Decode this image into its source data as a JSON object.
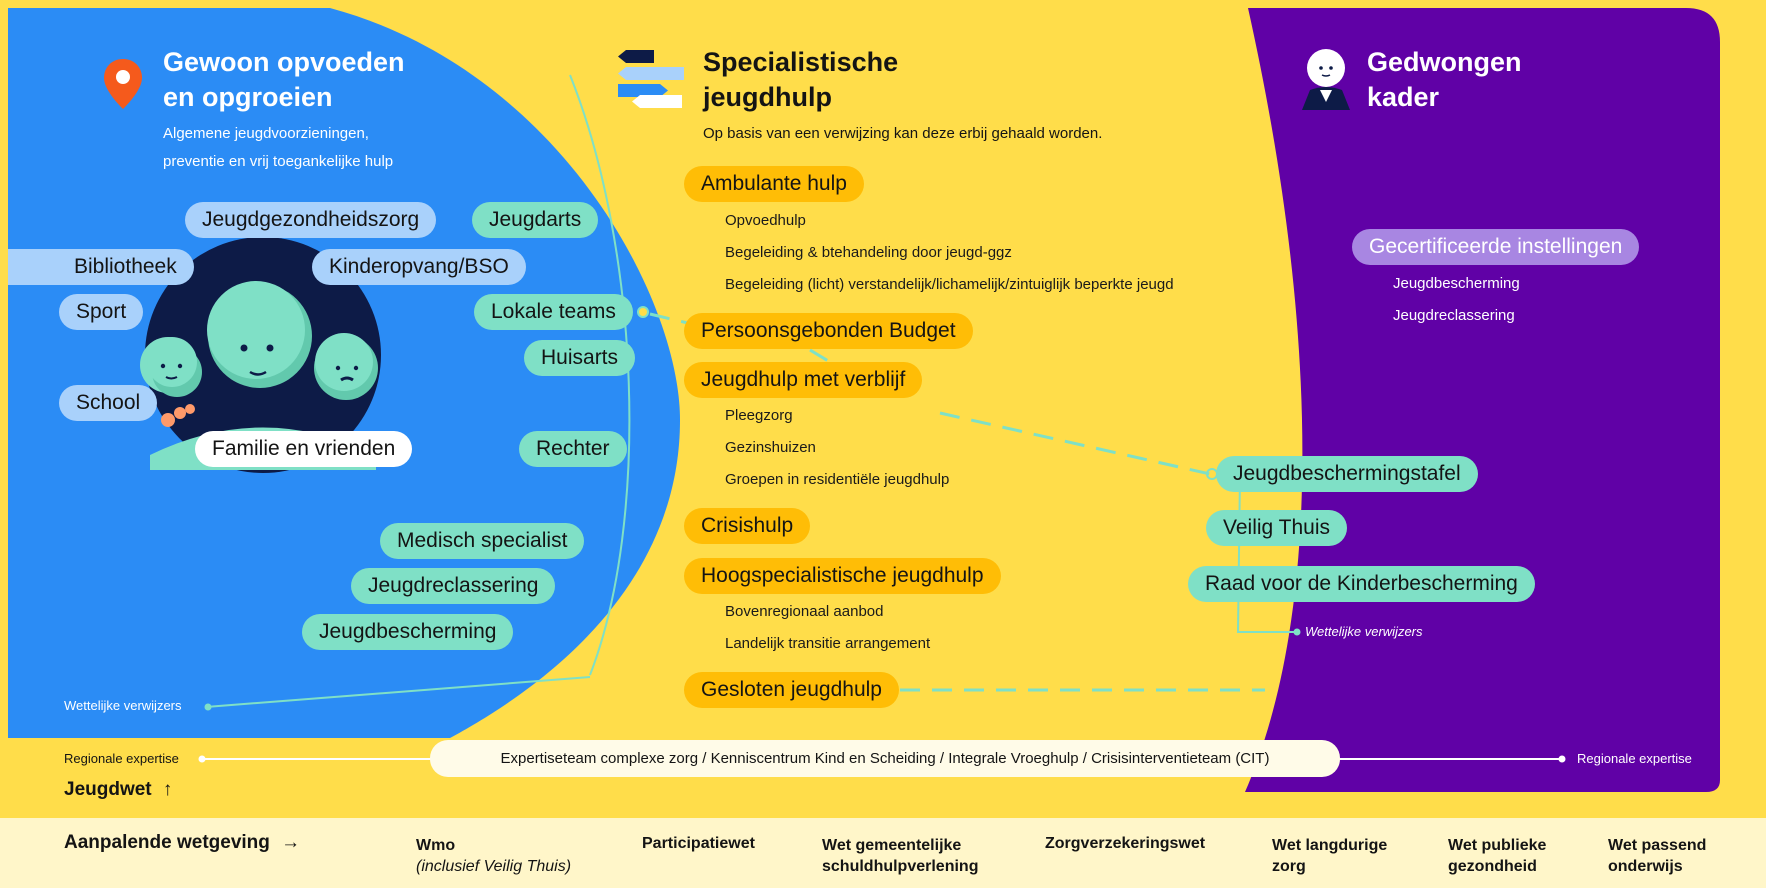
{
  "colors": {
    "yellow": "#ffdd4a",
    "blue": "#2b8cf5",
    "purple": "#6001a6",
    "teal": "#7fe0c6",
    "orange": "#ffbd06",
    "lightblue": "#a9d1fb",
    "lavender": "#a886e2",
    "footer": "#fff6c9"
  },
  "left": {
    "icon": "location-pin-icon",
    "title_line1": "Gewoon opvoeden",
    "title_line2": "en opgroeien",
    "desc_line1": "Algemene jeugdvoorzieningen,",
    "desc_line2": "preventie en vrij toegankelijke hulp",
    "pills": {
      "jeugdgezondheidszorg": "Jeugdgezondheidszorg",
      "jeugdarts": "Jeugdarts",
      "bibliotheek": "Bibliotheek",
      "kinderopvang": "Kinderopvang/BSO",
      "sport": "Sport",
      "lokale_teams": "Lokale teams",
      "huisarts": "Huisarts",
      "school": "School",
      "familie": "Familie en vrienden",
      "rechter": "Rechter",
      "medisch": "Medisch specialist",
      "jeugdreclassering": "Jeugdreclassering",
      "jeugdbescherming": "Jeugdbescherming"
    },
    "wettelijke": "Wettelijke verwijzers"
  },
  "middle": {
    "icon": "signpost-icon",
    "title_line1": "Specialistische",
    "title_line2": "jeugdhulp",
    "desc": "Op basis van een verwijzing kan deze erbij gehaald worden.",
    "ambulante": "Ambulante hulp",
    "ambulante_items": [
      "Opvoedhulp",
      "Begeleiding & btehandeling door jeugd-ggz",
      "Begeleiding (licht) verstandelijk/lichamelijk/zintuiglijk beperkte jeugd"
    ],
    "pgb": "Persoonsgebonden Budget",
    "verblijf": "Jeugdhulp met verblijf",
    "verblijf_items": [
      "Pleegzorg",
      "Gezinshuizen",
      "Groepen in residentiële jeugdhulp"
    ],
    "crisis": "Crisishulp",
    "hoog": "Hoogspecialistische jeugdhulp",
    "hoog_items": [
      "Bovenregionaal aanbod",
      "Landelijk transitie arrangement"
    ],
    "gesloten": "Gesloten jeugdhulp"
  },
  "right": {
    "icon": "judge-icon",
    "title_line1": "Gedwongen",
    "title_line2": "kader",
    "gecertificeerde": "Gecertificeerde instellingen",
    "gec_items": [
      "Jeugdbescherming",
      "Jeugdreclassering"
    ],
    "tafel": "Jeugdbeschermingstafel",
    "veilig": "Veilig Thuis",
    "raad": "Raad voor de Kinderbescherming",
    "wettelijke": "Wettelijke verwijzers"
  },
  "regional": {
    "left": "Regionale expertise",
    "center": "Expertiseteam complexe zorg  / Kenniscentrum Kind en Scheiding / Integrale Vroeghulp / Crisisinterventieteam (CIT)",
    "right": "Regionale expertise"
  },
  "jeugdwet": "Jeugdwet",
  "jeugdwet_icon": "arrow-up-icon",
  "footer": {
    "label": "Aanpalende wetgeving",
    "label_icon": "arrow-right-icon",
    "laws": [
      {
        "name": "Wmo",
        "sub": "(inclusief Veilig Thuis)"
      },
      {
        "name": "Participatiewet",
        "sub": ""
      },
      {
        "name": "Wet gemeentelijke schuldhulpverlening",
        "sub": ""
      },
      {
        "name": "Zorgverzekeringswet",
        "sub": ""
      },
      {
        "name": "Wet langdurige zorg",
        "sub": ""
      },
      {
        "name": "Wet publieke gezondheid",
        "sub": ""
      },
      {
        "name": "Wet passend onderwijs",
        "sub": ""
      }
    ]
  }
}
